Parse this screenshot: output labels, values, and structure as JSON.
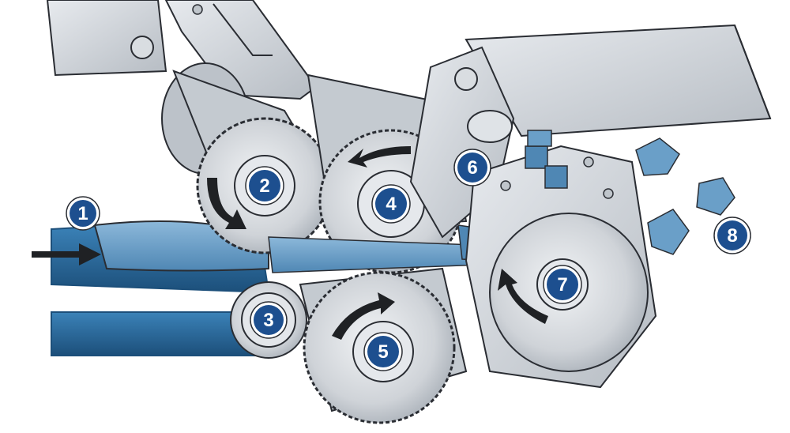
{
  "colors": {
    "steel": "#cfd3d8",
    "steel_light": "#e7eaee",
    "steel_dark": "#9aa1a9",
    "outline": "#2a2d33",
    "belt": "#2c6ea1",
    "belt_dark": "#1c4f7a",
    "material": "#6a9fc8",
    "badge_fill": "#1d4f8f",
    "arrow": "#1f2124"
  },
  "callouts": [
    {
      "id": "1",
      "label": "1",
      "part": "infeed-conveyor"
    },
    {
      "id": "2",
      "label": "2",
      "part": "upper-feed-roll"
    },
    {
      "id": "3",
      "label": "3",
      "part": "conveyor-drive-roll"
    },
    {
      "id": "4",
      "label": "4",
      "part": "upper-slitting-roll"
    },
    {
      "id": "5",
      "label": "5",
      "part": "lower-slitting-roll"
    },
    {
      "id": "6",
      "label": "6",
      "part": "stripper-comb"
    },
    {
      "id": "7",
      "label": "7",
      "part": "cross-cut-rotor"
    },
    {
      "id": "8",
      "label": "8",
      "part": "diced-product"
    }
  ]
}
